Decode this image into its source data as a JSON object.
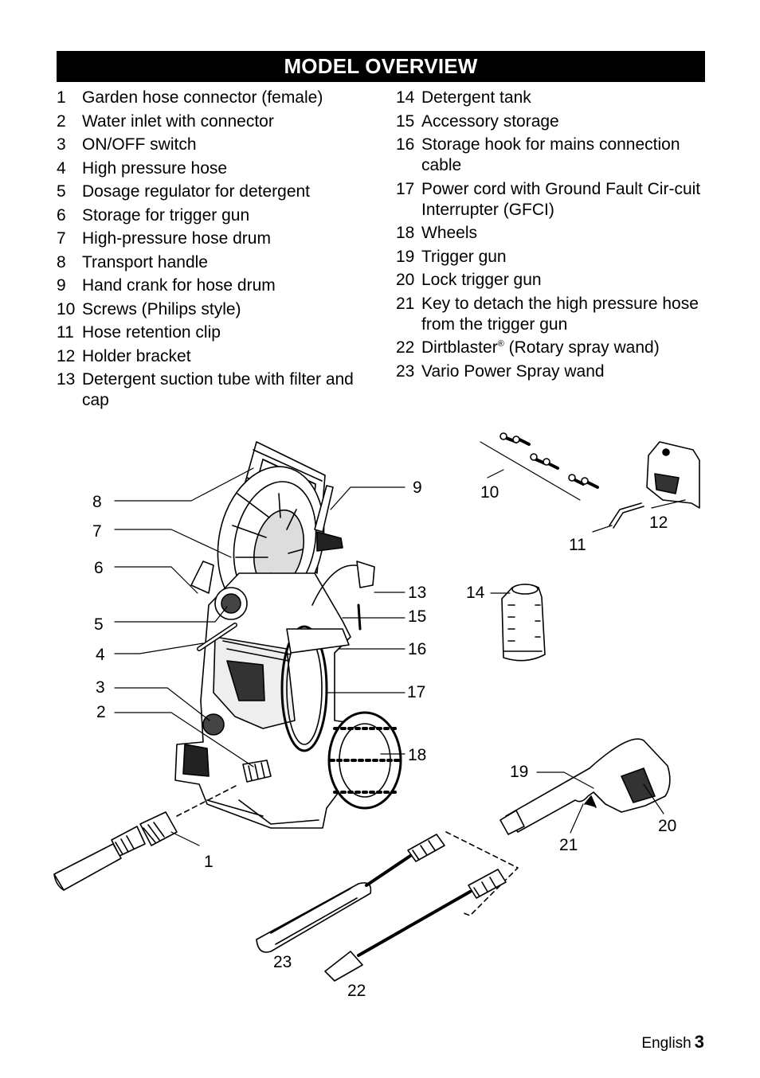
{
  "header": {
    "title": "MODEL OVERVIEW"
  },
  "left_items": [
    {
      "num": "1",
      "text": "Garden hose connector (female)"
    },
    {
      "num": "2",
      "text": "Water inlet with connector"
    },
    {
      "num": "3",
      "text": "ON/OFF switch"
    },
    {
      "num": "4",
      "text": "High pressure hose"
    },
    {
      "num": "5",
      "text": "Dosage regulator for detergent"
    },
    {
      "num": "6",
      "text": "Storage for trigger gun"
    },
    {
      "num": "7",
      "text": "High-pressure hose drum"
    },
    {
      "num": "8",
      "text": "Transport handle"
    },
    {
      "num": "9",
      "text": "Hand crank for hose drum"
    },
    {
      "num": "10",
      "text": "Screws (Philips style)"
    },
    {
      "num": "11",
      "text": "Hose retention clip"
    },
    {
      "num": "12",
      "text": "Holder bracket"
    },
    {
      "num": "13",
      "text": "Detergent suction tube with filter and cap"
    }
  ],
  "right_items": [
    {
      "num": "14",
      "text": "Detergent tank"
    },
    {
      "num": "15",
      "text": "Accessory storage"
    },
    {
      "num": "16",
      "text": "Storage hook for mains connection cable"
    },
    {
      "num": "17",
      "text": "Power cord with Ground Fault Cir-cuit Interrupter (GFCI)"
    },
    {
      "num": "18",
      "text": "Wheels"
    },
    {
      "num": "19",
      "text": "Trigger gun"
    },
    {
      "num": "20",
      "text": "Lock trigger gun"
    },
    {
      "num": "21",
      "text": "Key to detach the high pressure hose from the trigger gun"
    },
    {
      "num": "22",
      "text": "Dirtblaster",
      "sup": "®",
      "text_after": " (Rotary spray wand)"
    },
    {
      "num": "23",
      "text": "Vario Power Spray wand"
    }
  ],
  "diagram_labels": {
    "l1": "1",
    "l2": "2",
    "l3": "3",
    "l4": "4",
    "l5": "5",
    "l6": "6",
    "l7": "7",
    "l8": "8",
    "l9": "9",
    "l10": "10",
    "l11": "11",
    "l12": "12",
    "l13": "13",
    "l14": "14",
    "l15": "15",
    "l16": "16",
    "l17": "17",
    "l18": "18",
    "l19": "19",
    "l20": "20",
    "l21": "21",
    "l22": "22",
    "l23": "23"
  },
  "footer": {
    "language": "English",
    "page": "3"
  }
}
